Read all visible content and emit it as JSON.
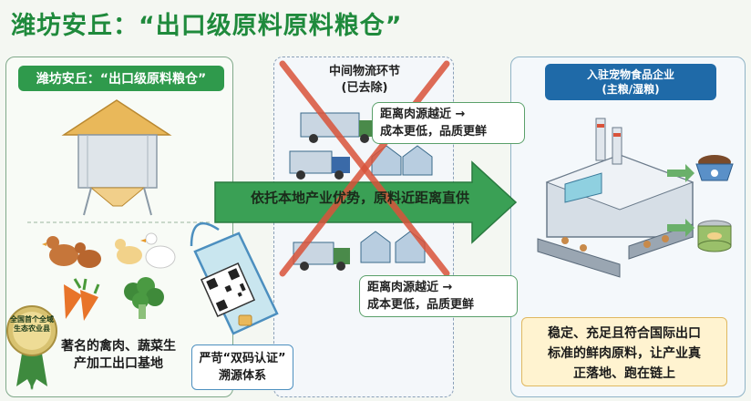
{
  "title": "潍坊安丘：“出口级原料原料粮仓”",
  "left_panel": {
    "header": "潍坊安丘：“出口级原料粮仓”",
    "badge": "全国首个全域生态农业县",
    "caption_line1": "著名的禽肉、蔬菜生",
    "caption_line2": "产加工出口基地",
    "trace_line1": "严苛“双码认证”",
    "trace_line2": "溯源体系"
  },
  "middle_panel": {
    "title_line1": "中间物流环节",
    "title_line2": "(已去除)",
    "note_top_line1": "距离肉源越近 →",
    "note_top_line2": "成本更低，品质更鲜",
    "note_bottom_line1": "距离肉源越近 →",
    "note_bottom_line2": "成本更低，品质更鲜"
  },
  "arrow_text": "依托本地产业优势，原料近距离直供",
  "right_panel": {
    "header_line1": "入驻宠物食品企业",
    "header_line2": "(主粮/湿粮)",
    "result_line1": "稳定、充足且符合国际出口",
    "result_line2": "标准的鲜肉原料，让产业真",
    "result_line3": "正落地、跑在链上"
  },
  "colors": {
    "title_green": "#1f8a3c",
    "header_green": "#2f9a4c",
    "header_blue": "#1f6aa8",
    "arrow_green": "#3aa055",
    "cross_red": "#d9533a",
    "result_bg": "#fff3d0"
  }
}
